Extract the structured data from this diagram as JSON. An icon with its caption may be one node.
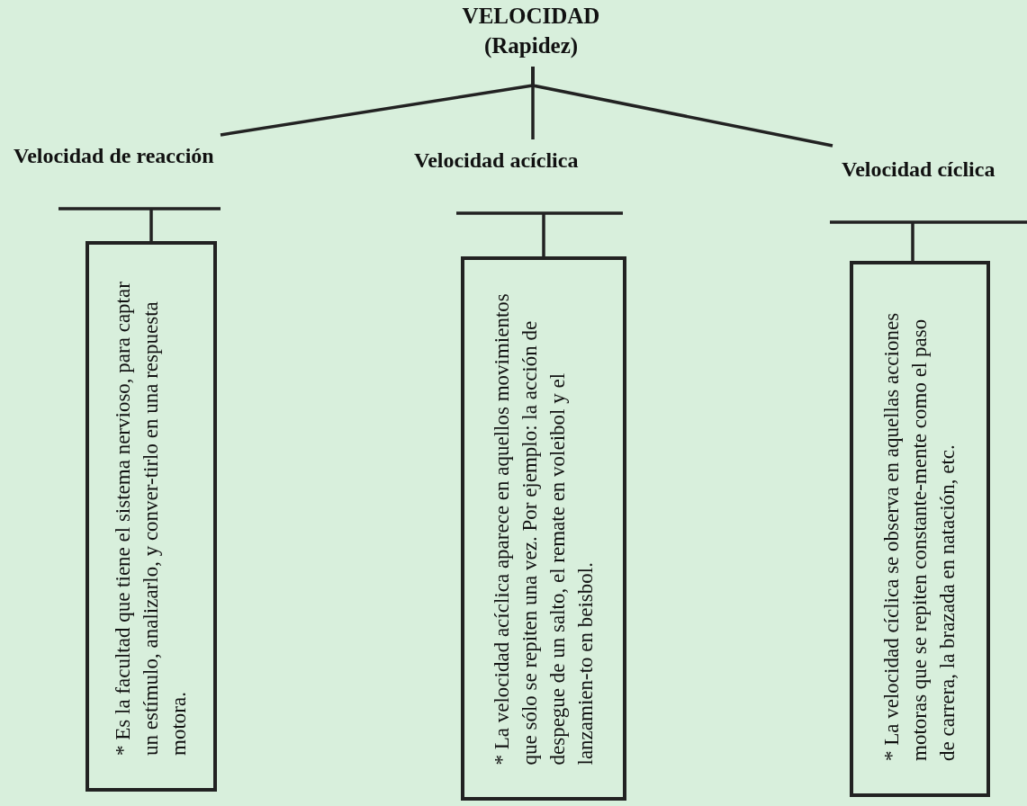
{
  "diagram": {
    "nodes": [
      {
        "text": [
          "VELOCIDAD (Rapidez)"
        ]
      },
      {
        "text": [
          "Velocidad de reacción"
        ]
      },
      {
        "text": [
          "Velocidad acíclica"
        ]
      },
      {
        "text": [
          "Velocidad cíclica"
        ]
      },
      {
        "text": [
          "* Es la  facultad que tiene el sistema nervioso, para captar un estímulo, analizarlo, y conver-tirlo en una respuesta motora."
        ]
      },
      {
        "text": [
          "* La velocidad acíclica aparece en aquellos movimientos que sólo se repiten una vez. Por ejemplo: la acción de despegue de un salto, el remate en voleibol y el lanzamien-to en beisbol."
        ]
      },
      {
        "text": [
          "* La velocidad cíclica se observa en aquellas acciones motoras que se repiten constante-mente como el paso de carrera, la brazada en natación, etc."
        ]
      }
    ],
    "edges": [
      {
        "from": 0,
        "to": 1,
        "arrow": "none"
      },
      {
        "from": 0,
        "to": 2,
        "arrow": "none"
      },
      {
        "from": 0,
        "to": 3,
        "arrow": "none"
      },
      {
        "from": 1,
        "to": 4,
        "arrow": "none"
      },
      {
        "from": 2,
        "to": 5,
        "arrow": "none"
      },
      {
        "from": 3,
        "to": 6,
        "arrow": "none"
      }
    ]
  }
}
